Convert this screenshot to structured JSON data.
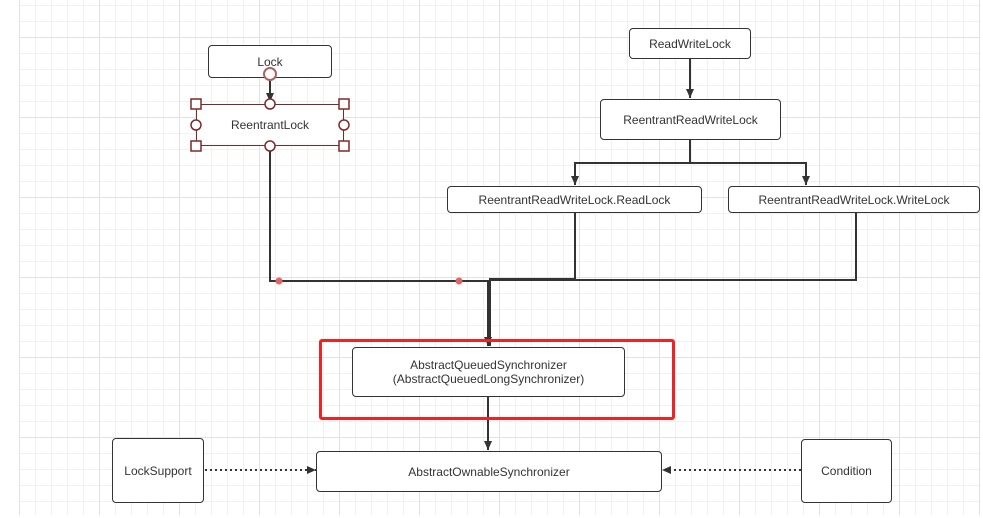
{
  "colors": {
    "edge": "#333333",
    "selection": "#7a2a2a",
    "highlight": "#ee2323",
    "waypoint": "#e06666"
  },
  "nodes": {
    "lock": "Lock",
    "reentrant_lock": "ReentrantLock",
    "read_write_lock": "ReadWriteLock",
    "reentrant_read_write_lock": "ReentrantReadWriteLock",
    "read_lock": "ReentrantReadWriteLock.ReadLock",
    "write_lock": "ReentrantReadWriteLock.WriteLock",
    "aqs": "AbstractQueuedSynchronizer\n(AbstractQueuedLongSynchronizer)",
    "aos": "AbstractOwnableSynchronizer",
    "lock_support": "LockSupport",
    "condition": "Condition"
  }
}
